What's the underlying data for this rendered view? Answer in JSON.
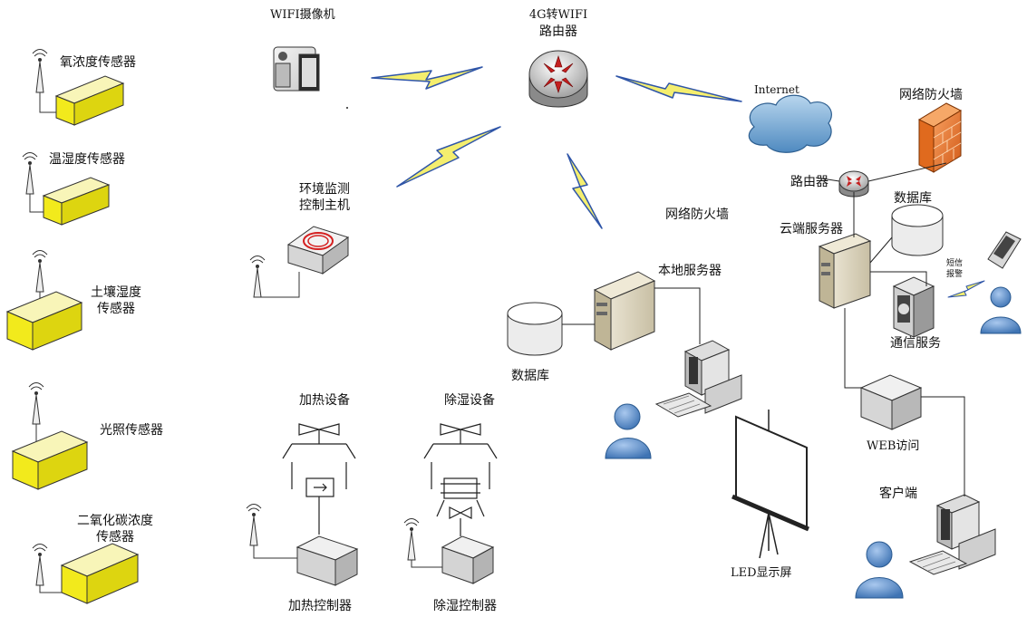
{
  "labels": {
    "o2_sensor": "氧浓度传感器",
    "temp_humidity_sensor": "温湿度传感器",
    "soil_humidity_sensor_1": "土壤湿度",
    "soil_humidity_sensor_2": "传感器",
    "light_sensor": "光照传感器",
    "co2_sensor_1": "二氧化碳浓度",
    "co2_sensor_2": "传感器",
    "wifi_camera": "WIFI摄像机",
    "router_4g_1": "4G转WIFI",
    "router_4g_2": "路由器",
    "env_monitor_host_1": "环境监测",
    "env_monitor_host_2": "控制主机",
    "heating_device": "加热设备",
    "heating_controller": "加热控制器",
    "dehumidify_device": "除湿设备",
    "dehumidify_controller": "除湿控制器",
    "internet": "Internet",
    "firewall_cloud": "网络防火墙",
    "router_cloud": "路由器",
    "database_cloud": "数据库",
    "cloud_server": "云端服务器",
    "sms_alarm_1": "短信",
    "sms_alarm_2": "报警",
    "comm_service": "通信服务",
    "firewall_local": "网络防火墙",
    "local_server": "本地服务器",
    "database_local": "数据库",
    "led_screen": "LED显示屏",
    "web_access": "WEB访问",
    "client": "客户端"
  },
  "colors": {
    "sensor_yellow": "#f2ea1c",
    "lightning_yellow": "#f6f07a",
    "lightning_blue": "#3a5cb0",
    "firewall_orange": "#f07a2a",
    "cloud_blue": "#7fb0d8",
    "router_red": "#d42a2a",
    "person_blue": "#5b8fc8"
  }
}
